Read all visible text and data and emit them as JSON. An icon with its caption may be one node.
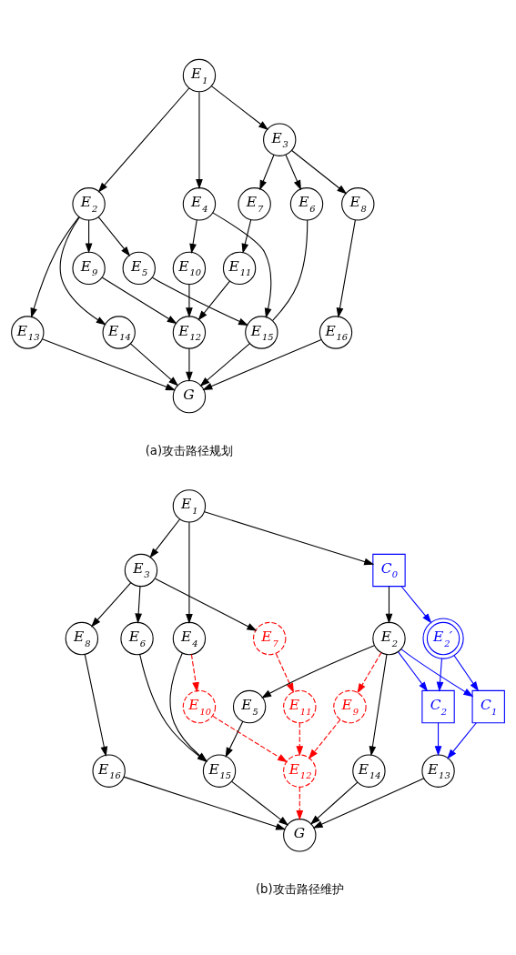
{
  "diagram": {
    "nodes": [
      {
        "text": [
          "E$_{1}$"
        ]
      },
      {
        "text": [
          "E$_{2}$"
        ]
      },
      {
        "text": [
          "E$_{4}$"
        ]
      },
      {
        "text": [
          "E$_{3}$"
        ]
      },
      {
        "text": [
          "E$_{13}$"
        ]
      },
      {
        "text": [
          "E$_{14}$"
        ]
      },
      {
        "text": [
          "E$_{5}$"
        ]
      },
      {
        "text": [
          "E$_{6}$"
        ]
      },
      {
        "text": [
          "E$_{7}$"
        ]
      },
      {
        "text": [
          "E$_{8}$"
        ]
      },
      {
        "text": [
          "E$_{9}$"
        ]
      },
      {
        "text": [
          "E$_{15}$"
        ]
      },
      {
        "text": [
          "E$_{10}$"
        ]
      },
      {
        "text": [
          "E$_{11}$"
        ]
      },
      {
        "text": [
          "E$_{16}$"
        ]
      },
      {
        "text": [
          "E$_{12}$"
        ]
      },
      {
        "text": [
          "G"
        ]
      },
      {
        "text": [
          "E$_{1}$"
        ]
      },
      {
        "text": [
          "E$_{3}$"
        ]
      },
      {
        "text": [
          "C$_{0}$"
        ]
      },
      {
        "text": [
          "E$_{8}$"
        ]
      },
      {
        "text": [
          "E$_{7}$"
        ]
      },
      {
        "text": [
          "E$_{6}$"
        ]
      },
      {
        "text": [
          "E$_{4}$"
        ]
      },
      {
        "text": [
          "E$_{2}$"
        ]
      },
      {
        "text": [
          "E$_{2}$′"
        ]
      },
      {
        "text": [
          "E$_{11}$"
        ]
      },
      {
        "text": [
          "E$_{10}$"
        ]
      },
      {
        "text": [
          "E$_{9}$"
        ]
      },
      {
        "text": [
          "E$_{5}$"
        ]
      },
      {
        "text": [
          "C$_{1}$"
        ]
      },
      {
        "text": [
          "C$_{2}$"
        ]
      },
      {
        "text": [
          "E$_{16}$"
        ]
      },
      {
        "text": [
          "E$_{12}$"
        ]
      },
      {
        "text": [
          "E$_{15}$"
        ]
      },
      {
        "text": [
          "E$_{14}$"
        ]
      },
      {
        "text": [
          "E$_{13}$"
        ]
      },
      {
        "text": [
          "G"
        ]
      }
    ],
    "edges": [
      {
        "from": 0,
        "to": 1,
        "arrow": "to"
      },
      {
        "from": 0,
        "to": 2,
        "arrow": "to"
      },
      {
        "from": 0,
        "to": 3,
        "arrow": "to"
      },
      {
        "from": 1,
        "to": 4,
        "arrow": "to"
      },
      {
        "from": 1,
        "to": 5,
        "arrow": "to"
      },
      {
        "from": 1,
        "to": 10,
        "arrow": "to"
      },
      {
        "from": 1,
        "to": 6,
        "arrow": "to"
      },
      {
        "from": 2,
        "to": 11,
        "arrow": "to"
      },
      {
        "from": 2,
        "to": 12,
        "arrow": "to"
      },
      {
        "from": 3,
        "to": 7,
        "arrow": "to"
      },
      {
        "from": 3,
        "to": 8,
        "arrow": "to"
      },
      {
        "from": 3,
        "to": 9,
        "arrow": "to"
      },
      {
        "from": 6,
        "to": 11,
        "arrow": "to"
      },
      {
        "from": 7,
        "to": 11,
        "arrow": "none"
      },
      {
        "from": 8,
        "to": 13,
        "arrow": "to"
      },
      {
        "from": 9,
        "to": 14,
        "arrow": "to"
      },
      {
        "from": 4,
        "to": 16,
        "arrow": "to"
      },
      {
        "from": 5,
        "to": 16,
        "arrow": "to"
      },
      {
        "from": 10,
        "to": 15,
        "arrow": "to"
      },
      {
        "from": 11,
        "to": 16,
        "arrow": "to"
      },
      {
        "from": 12,
        "to": 15,
        "arrow": "to"
      },
      {
        "from": 13,
        "to": 15,
        "arrow": "to"
      },
      {
        "from": 14,
        "to": 16,
        "arrow": "to"
      },
      {
        "from": 15,
        "to": 16,
        "arrow": "to"
      },
      {
        "from": 17,
        "to": 18,
        "arrow": "to"
      },
      {
        "from": 17,
        "to": 23,
        "arrow": "to"
      },
      {
        "from": 17,
        "to": 19,
        "arrow": "to"
      },
      {
        "from": 18,
        "to": 20,
        "arrow": "to"
      },
      {
        "from": 18,
        "to": 21,
        "arrow": "to"
      },
      {
        "from": 18,
        "to": 22,
        "arrow": "to"
      },
      {
        "from": 19,
        "to": 24,
        "arrow": "to"
      },
      {
        "from": 19,
        "to": 25,
        "arrow": "to",
        "color": "#0000ff"
      },
      {
        "from": 20,
        "to": 32,
        "arrow": "to"
      },
      {
        "from": 21,
        "to": 26,
        "arrow": "to",
        "style": "dashed",
        "color": "#ff0000"
      },
      {
        "from": 22,
        "to": 34,
        "arrow": "to"
      },
      {
        "from": 23,
        "to": 34,
        "arrow": "to"
      },
      {
        "from": 23,
        "to": 27,
        "arrow": "to",
        "style": "dashed",
        "color": "#ff0000"
      },
      {
        "from": 24,
        "to": 28,
        "arrow": "to",
        "style": "dashed",
        "color": "#ff0000"
      },
      {
        "from": 24,
        "to": 29,
        "arrow": "to"
      },
      {
        "from": 24,
        "to": 35,
        "arrow": "to"
      },
      {
        "from": 24,
        "to": 30,
        "arrow": "to",
        "color": "#0000ff"
      },
      {
        "from": 24,
        "to": 31,
        "arrow": "to",
        "color": "#0000ff"
      },
      {
        "from": 25,
        "to": 30,
        "arrow": "to",
        "color": "#0000ff"
      },
      {
        "from": 25,
        "to": 31,
        "arrow": "to",
        "color": "#0000ff"
      },
      {
        "from": 26,
        "to": 33,
        "arrow": "to",
        "style": "dashed",
        "color": "#ff0000"
      },
      {
        "from": 27,
        "to": 33,
        "arrow": "to",
        "style": "dashed",
        "color": "#ff0000"
      },
      {
        "from": 28,
        "to": 33,
        "arrow": "to",
        "style": "dashed",
        "color": "#ff0000"
      },
      {
        "from": 29,
        "to": 34,
        "arrow": "to"
      },
      {
        "from": 30,
        "to": 36,
        "arrow": "to",
        "color": "#0000ff"
      },
      {
        "from": 31,
        "to": 36,
        "arrow": "to",
        "color": "#0000ff"
      },
      {
        "from": 32,
        "to": 37,
        "arrow": "to"
      },
      {
        "from": 33,
        "to": 37,
        "arrow": "to",
        "style": "dashed",
        "color": "#ff0000"
      },
      {
        "from": 34,
        "to": 37,
        "arrow": "to"
      },
      {
        "from": 35,
        "to": 37,
        "arrow": "to"
      },
      {
        "from": 36,
        "to": 37,
        "arrow": "to"
      }
    ],
    "labels": [
      "(a)攻击路径规划",
      "(b)攻击路径维护"
    ]
  }
}
